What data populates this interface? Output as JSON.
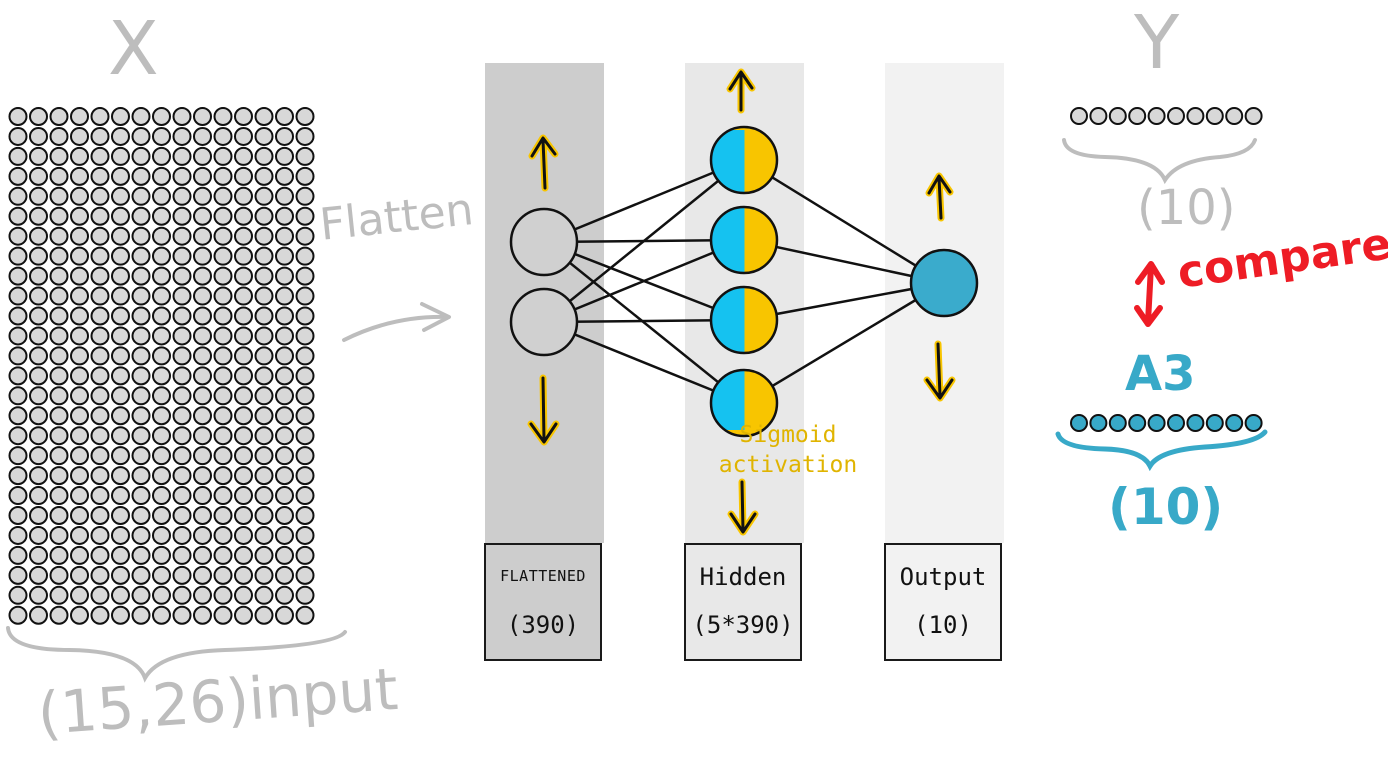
{
  "input_label": "X",
  "input_caption": "(15,26)input",
  "flatten_label": "Flatten",
  "target_label": "Y",
  "target_size": "(10)",
  "compare_label": "compare",
  "prediction_label": "A3",
  "prediction_size": "(10)",
  "activation_note": [
    "Sigmoid",
    "activation"
  ],
  "layers": [
    {
      "name": "FLATTENED",
      "size": "(390)"
    },
    {
      "name": "Hidden",
      "size": "(5*390)"
    },
    {
      "name": "Output",
      "size": "(10)"
    }
  ],
  "input_grid": {
    "rows": 26,
    "cols": 15
  },
  "target_units": 10,
  "prediction_units": 10,
  "colors": {
    "column_flatten": "#cdcdcd",
    "column_hidden": "#e8e8e8",
    "column_output": "#f2f2f2",
    "box_flatten": "#cdcdcd",
    "box_hidden": "#e8e8e8",
    "box_output": "#f2f2f2",
    "grey_node": "#d0d0d0",
    "hidden_left": "#15c2f0",
    "hidden_right": "#f8c500",
    "output_node": "#3aabcc",
    "compare": "#ee1c25",
    "prediction": "#38a9c8",
    "handwriting": "#bdbdbd",
    "note": "#e0b400"
  }
}
